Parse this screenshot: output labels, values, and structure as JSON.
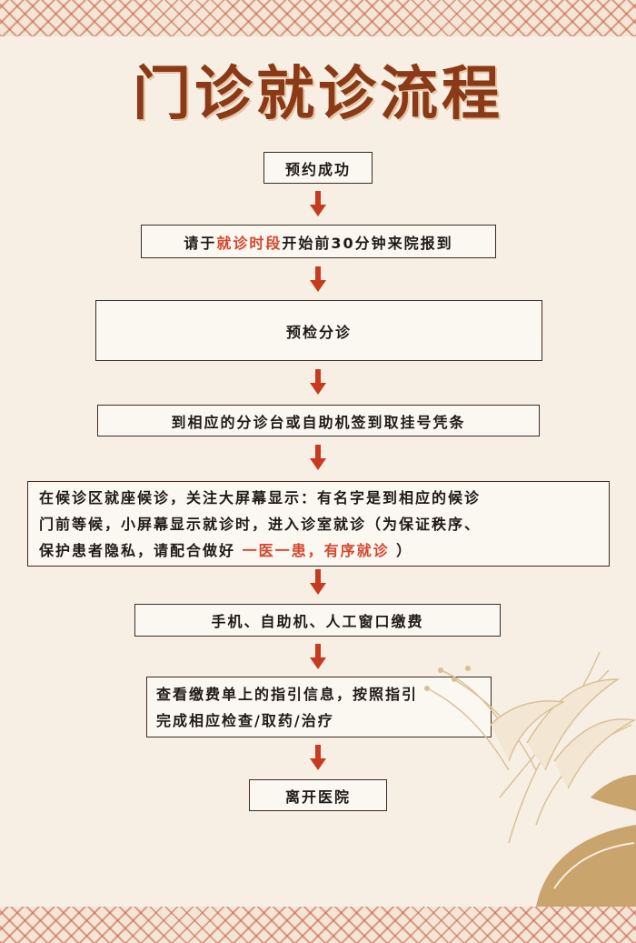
{
  "title": "门诊就诊流程",
  "steps": {
    "step1": "预约成功",
    "step2": {
      "prefix": "请于",
      "highlight": "就诊时段",
      "suffix": "开始前30分钟来院报到"
    },
    "step3": "预检分诊",
    "step4": "到相应的分诊台或自助机签到取挂号凭条",
    "step5": {
      "line1": "在候诊区就座候诊，关注大屏幕显示：有名字是到相应的候诊",
      "line2": "门前等候，小屏幕显示就诊时，进入诊室就诊（为保证秩序、",
      "line3_prefix": "保护患者隐私，请配合做好 ",
      "line3_highlight": "一医一患，有序就诊",
      "line3_suffix": " ）"
    },
    "step6": "手机、自助机、人工窗口缴费",
    "step7": {
      "line1": "查看缴费单上的指引信息，按照指引",
      "line2": "完成相应检查/取药/治疗"
    },
    "step8": "离开医院"
  },
  "colors": {
    "title": "#8b3a17",
    "highlight": "#d5462d",
    "arrow": "#c73a1f",
    "background": "#f7efe3"
  },
  "icons": [
    "down-arrow-icon",
    "lily-flower-decoration"
  ]
}
